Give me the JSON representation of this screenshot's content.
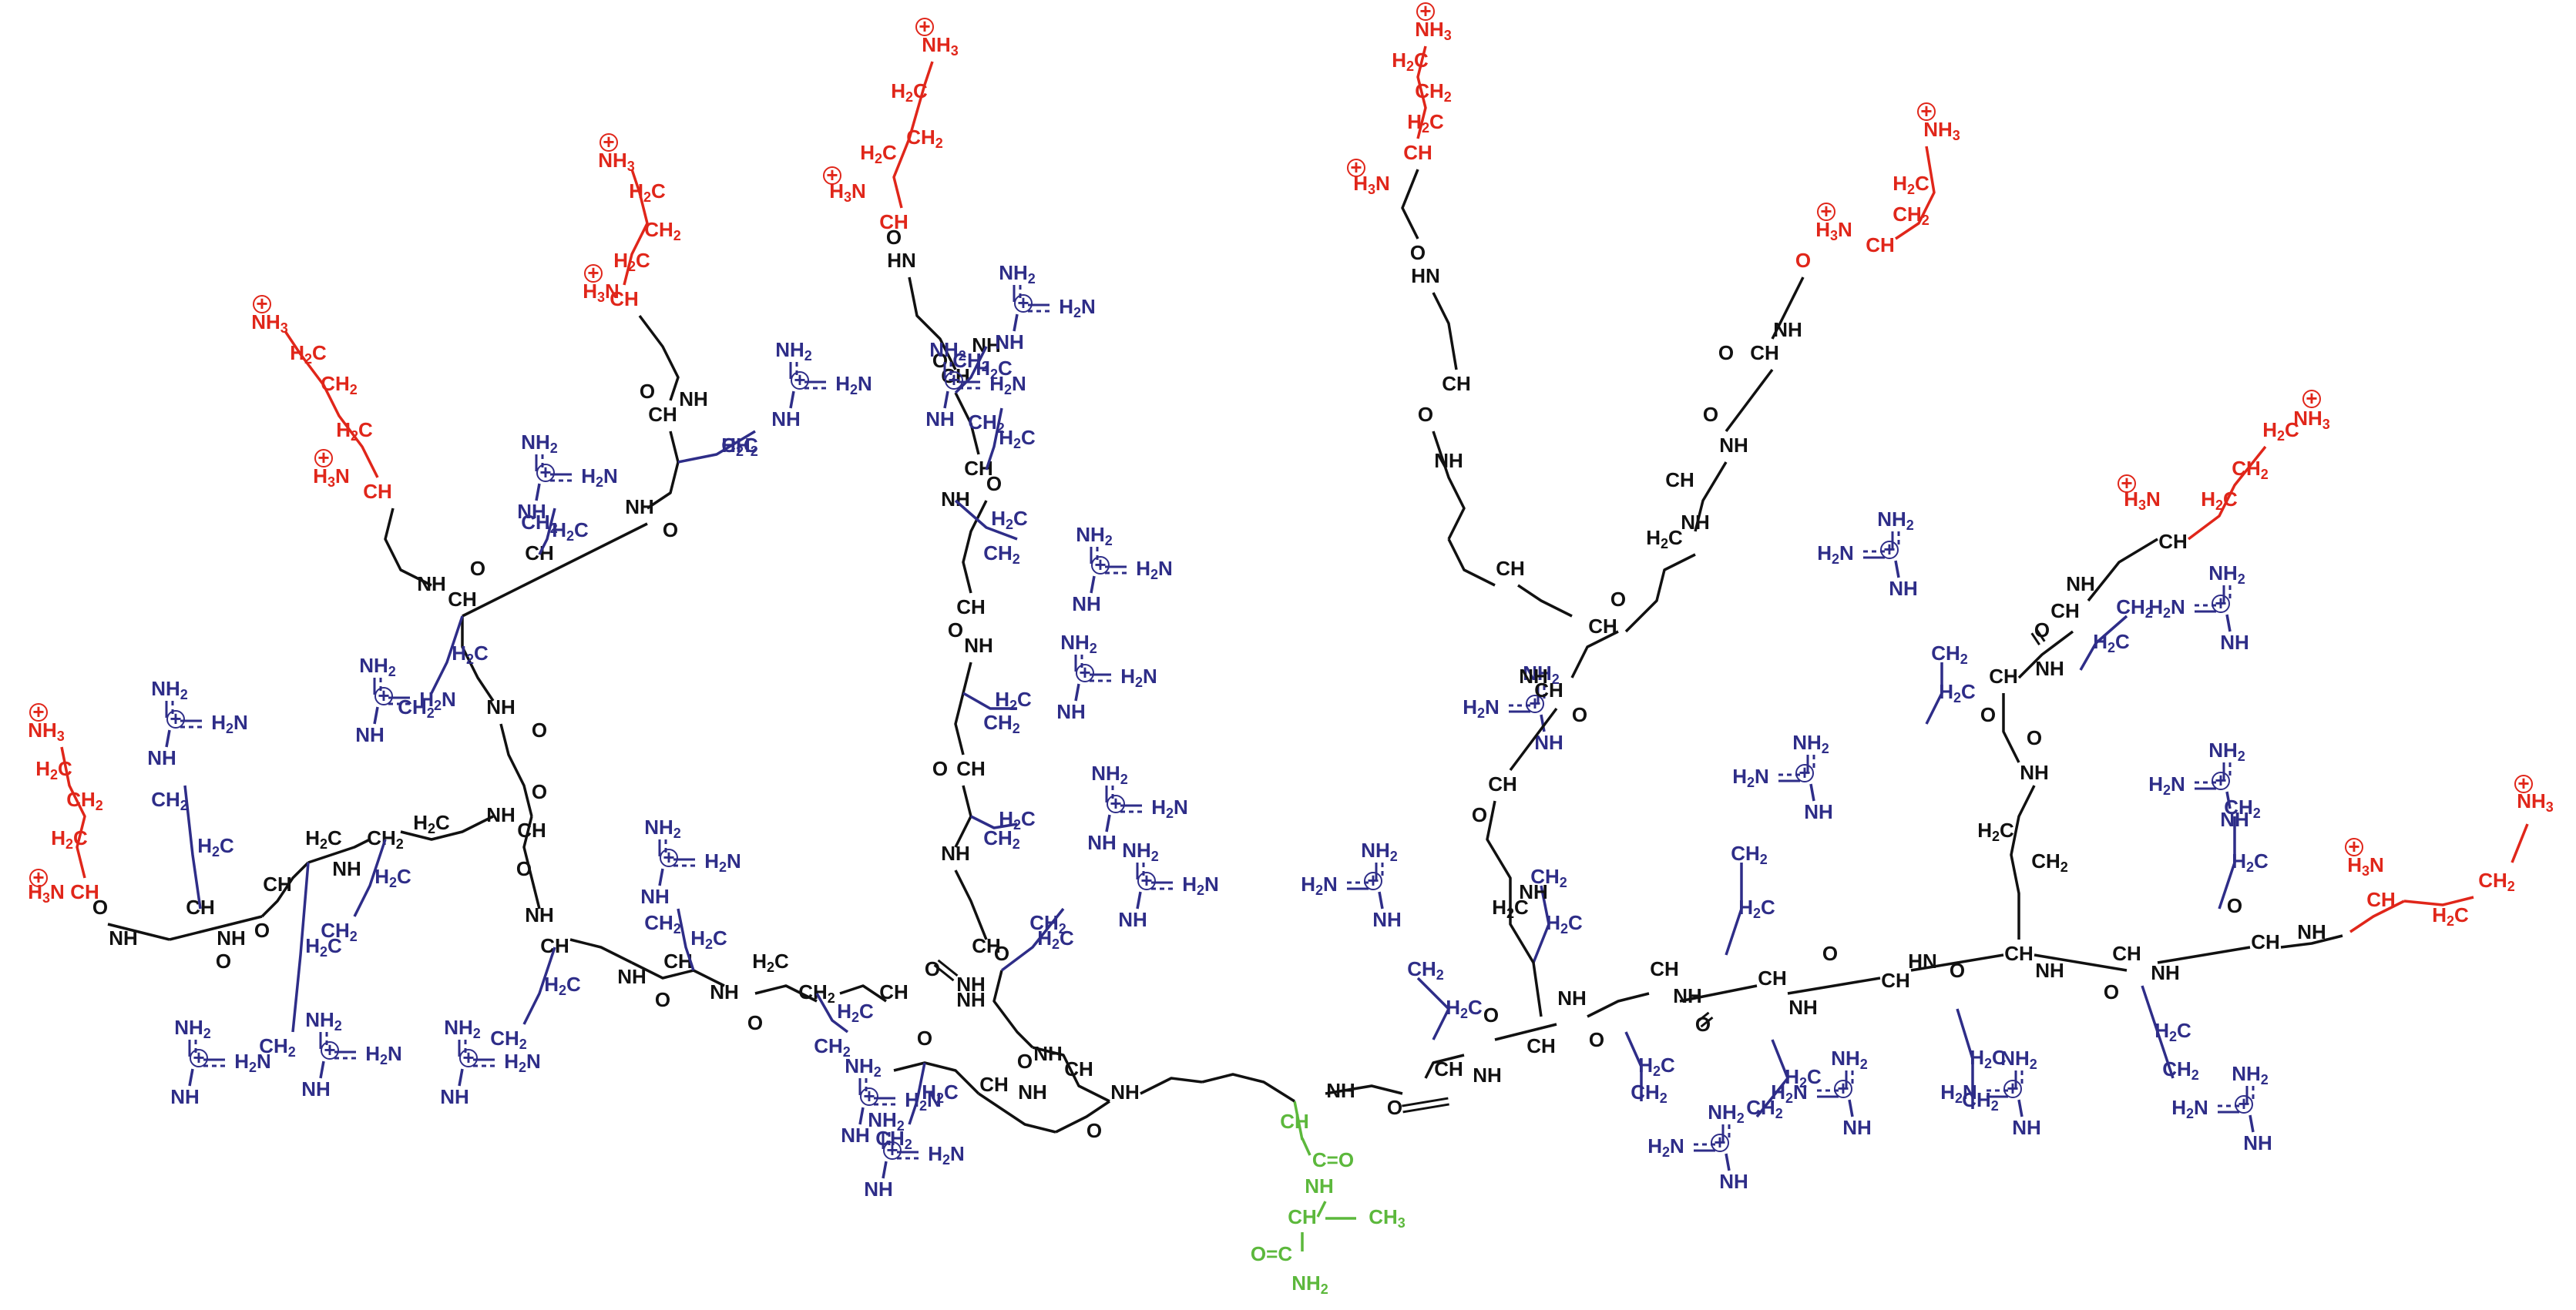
{
  "colors": {
    "backbone": "#111111",
    "arginine": "#2e2d88",
    "lysine": "#e0261a",
    "core": "#5cb83c"
  },
  "labels": {
    "ch": "CH",
    "nh": "NH",
    "hn": "HN",
    "o": "O",
    "h2c": "H2C",
    "ch2": "CH2",
    "nh2": "NH2",
    "h2n": "H2N",
    "nh3": "NH3",
    "h3n": "H3N",
    "ch3": "CH3",
    "plus": "+",
    "c_eq_o": "C=O",
    "o_eq_c": "O=C"
  }
}
